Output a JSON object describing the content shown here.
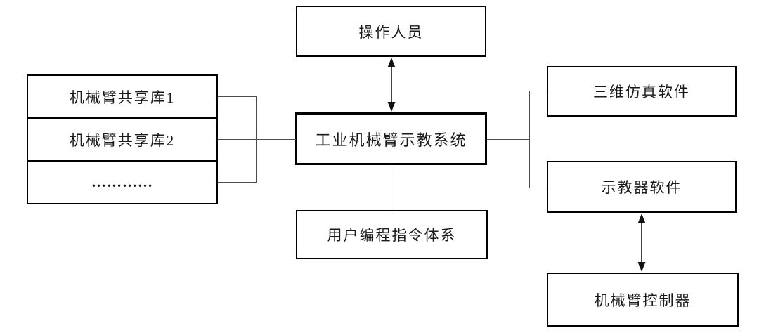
{
  "diagram_type": "block-diagram",
  "nodes": {
    "operator": {
      "label": "操作人员"
    },
    "teaching_system": {
      "label": "工业机械臂示教系统"
    },
    "shared_lib_1": {
      "label": "机械臂共享库1"
    },
    "shared_lib_2": {
      "label": "机械臂共享库2"
    },
    "shared_lib_more": {
      "label": "…………"
    },
    "simulation_software": {
      "label": "三维仿真软件"
    },
    "pendant_software": {
      "label": "示教器软件"
    },
    "arm_controller": {
      "label": "机械臂控制器"
    },
    "user_programming": {
      "label": "用户编程指令体系"
    }
  },
  "edges": [
    {
      "from": "operator",
      "to": "teaching_system",
      "style": "double-arrow"
    },
    {
      "from": "shared_lib_1",
      "to": "teaching_system",
      "style": "line"
    },
    {
      "from": "shared_lib_2",
      "to": "teaching_system",
      "style": "line"
    },
    {
      "from": "shared_lib_more",
      "to": "teaching_system",
      "style": "line"
    },
    {
      "from": "teaching_system",
      "to": "simulation_software",
      "style": "line"
    },
    {
      "from": "teaching_system",
      "to": "pendant_software",
      "style": "line"
    },
    {
      "from": "teaching_system",
      "to": "user_programming",
      "style": "line"
    },
    {
      "from": "pendant_software",
      "to": "arm_controller",
      "style": "double-arrow"
    }
  ],
  "colors": {
    "box_border": "#000000",
    "connector_line": "#4d4d4d",
    "arrow": "#111111",
    "background": "#ffffff",
    "text": "#1a1a1a"
  }
}
